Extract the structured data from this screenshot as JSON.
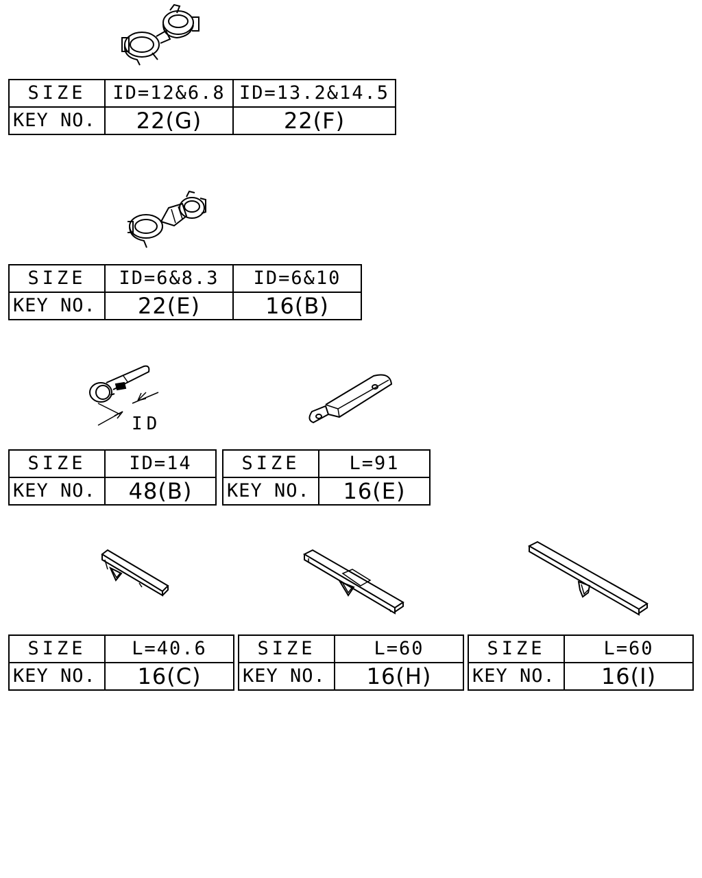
{
  "groups": [
    {
      "headers": [
        "SIZE",
        "ID=12&6.8",
        "ID=13.2&14.5"
      ],
      "keys": [
        "KEY NO.",
        "22(G)",
        "22(F)"
      ]
    },
    {
      "headers": [
        "SIZE",
        "ID=6&8.3",
        "ID=6&10"
      ],
      "keys": [
        "KEY NO.",
        "22(E)",
        "16(B)"
      ]
    },
    {
      "headers": [
        "SIZE",
        "ID=14"
      ],
      "keys": [
        "KEY NO.",
        "48(B)"
      ]
    },
    {
      "headers": [
        "SIZE",
        "L=91"
      ],
      "keys": [
        "KEY NO.",
        "16(E)"
      ]
    },
    {
      "headers": [
        "SIZE",
        "L=40.6"
      ],
      "keys": [
        "KEY NO.",
        "16(C)"
      ]
    },
    {
      "headers": [
        "SIZE",
        "L=60"
      ],
      "keys": [
        "KEY NO.",
        "16(H)"
      ]
    },
    {
      "headers": [
        "SIZE",
        "L=60"
      ],
      "keys": [
        "KEY NO.",
        "16(I)"
      ]
    }
  ],
  "callout": {
    "dimension_label": "ID"
  }
}
